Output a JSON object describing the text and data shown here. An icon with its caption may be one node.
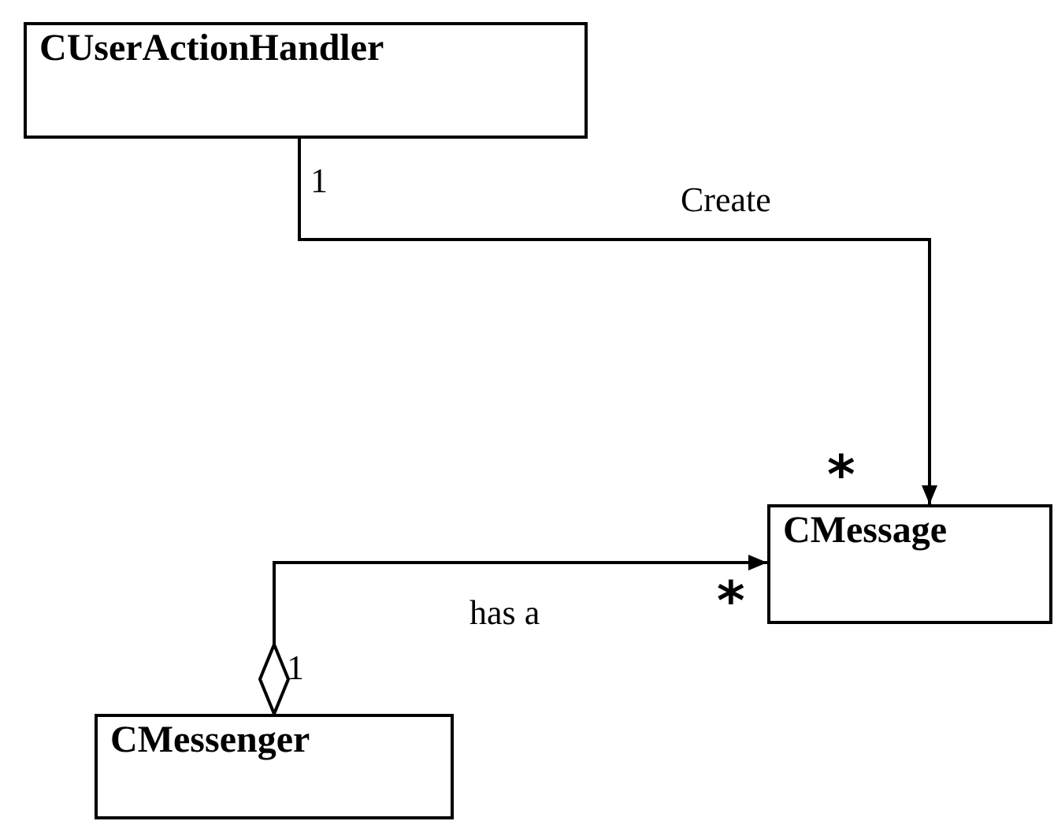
{
  "diagram": {
    "nodes": [
      {
        "text": [
          "CUserActionHandler"
        ]
      },
      {
        "text": [
          "CMessage"
        ]
      },
      {
        "text": [
          "CMessenger"
        ]
      }
    ],
    "edges": [
      {
        "from": 0,
        "to": 1,
        "arrow": "to",
        "label": "Create"
      },
      {
        "from": 2,
        "to": 1,
        "arrow": "to",
        "label": "has a"
      }
    ],
    "labels": [
      "1",
      "*",
      "1",
      "*"
    ]
  }
}
